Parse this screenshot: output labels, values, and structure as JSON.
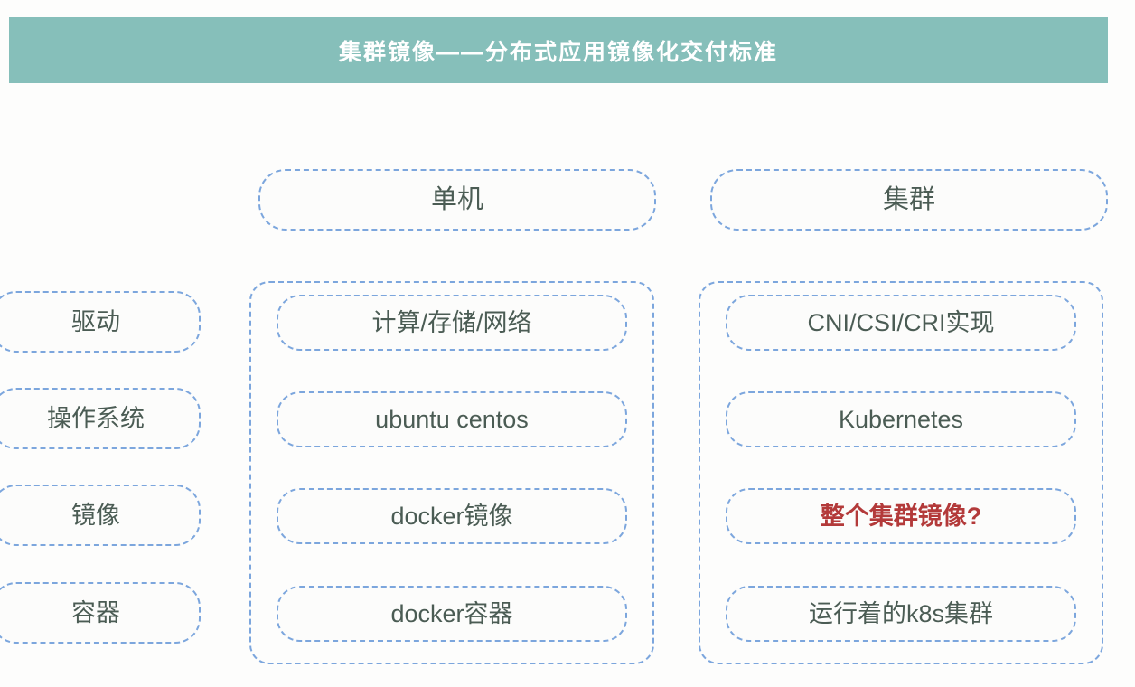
{
  "slide": {
    "title": "集群镜像——分布式应用镜像化交付标准",
    "banner_color": "#86bfba",
    "background_color": "#fdfdfc",
    "border_color": "#7ca6dd",
    "text_color": "#4b5c54",
    "highlight_color": "#b33a3a"
  },
  "columns": {
    "standalone": {
      "header": "单机",
      "items": [
        {
          "label": "计算/存储/网络",
          "highlight": false
        },
        {
          "label": "ubuntu centos",
          "highlight": false
        },
        {
          "label": "docker镜像",
          "highlight": false
        },
        {
          "label": "docker容器",
          "highlight": false
        }
      ]
    },
    "cluster": {
      "header": "集群",
      "items": [
        {
          "label": "CNI/CSI/CRI实现",
          "highlight": false
        },
        {
          "label": "Kubernetes",
          "highlight": false
        },
        {
          "label": "整个集群镜像?",
          "highlight": true
        },
        {
          "label": "运行着的k8s集群",
          "highlight": false
        }
      ]
    }
  },
  "layers": [
    {
      "label": "驱动"
    },
    {
      "label": "操作系统"
    },
    {
      "label": "镜像"
    },
    {
      "label": "容器"
    }
  ]
}
